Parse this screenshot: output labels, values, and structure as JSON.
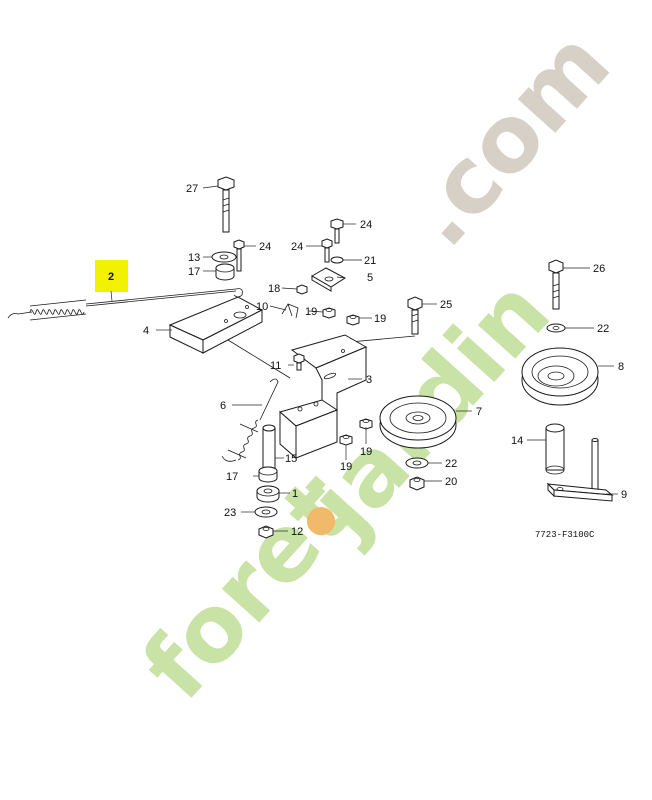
{
  "diagram": {
    "code": "7723-F3100C",
    "highlight_color": "#f2f200",
    "highlighted_label": "2",
    "callouts": [
      "27",
      "24",
      "13",
      "17",
      "24",
      "24",
      "21",
      "5",
      "18",
      "10",
      "19",
      "19",
      "25",
      "26",
      "22",
      "8",
      "4",
      "11",
      "3",
      "6",
      "7",
      "14",
      "15",
      "19",
      "19",
      "22",
      "17",
      "1",
      "20",
      "9",
      "23",
      "12"
    ]
  },
  "watermark": {
    "text_green": "foret",
    "text_orange": "•",
    "text_green2": "jardin",
    "text_gray": ".com",
    "color_green": "#c8e3a5",
    "color_orange": "#f1b96a",
    "color_gray": "#d6d0c6"
  }
}
